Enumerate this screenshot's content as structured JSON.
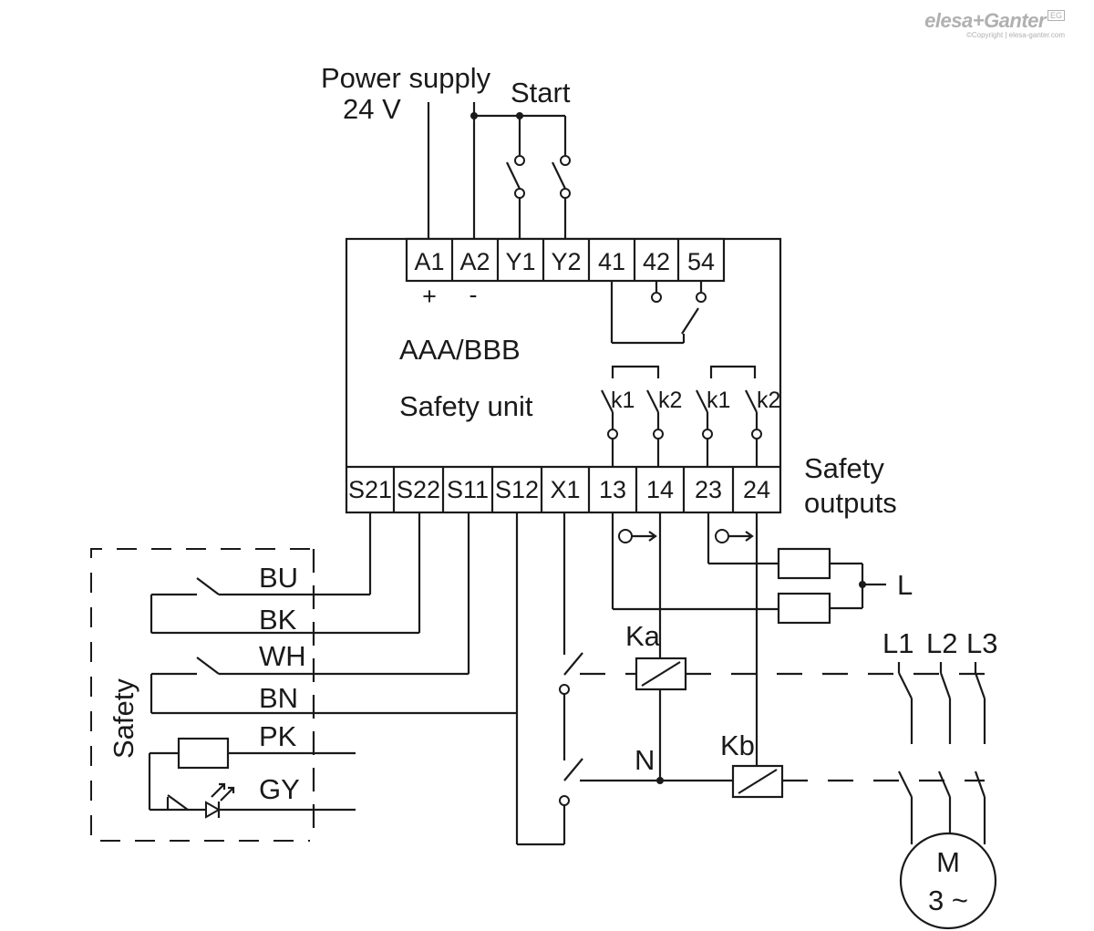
{
  "logo": {
    "brand": "elesa+Ganter",
    "badge": "EG",
    "copyright": "©Copyright | elesa-ganter.com"
  },
  "power_supply": {
    "line1": "Power supply",
    "line2": "24 V"
  },
  "start_label": "Start",
  "unit": {
    "model": "AAA/BBB",
    "name": "Safety unit"
  },
  "top_terminals": [
    "A1",
    "A2",
    "Y1",
    "Y2",
    "41",
    "42",
    "54"
  ],
  "polarity": {
    "plus": "+",
    "minus": "-"
  },
  "bottom_terminals": [
    "S21",
    "S22",
    "S11",
    "S12",
    "X1",
    "13",
    "14",
    "23",
    "24"
  ],
  "contacts": [
    "k1",
    "k2",
    "k1",
    "k2"
  ],
  "safety_outputs": {
    "line1": "Safety",
    "line2": "outputs"
  },
  "sensor_wires": [
    "BU",
    "BK",
    "WH",
    "BN",
    "PK",
    "GY"
  ],
  "sensor_label": "Safety",
  "supply": {
    "L": "L",
    "N": "N"
  },
  "relays": {
    "ka": "Ka",
    "kb": "Kb"
  },
  "phases": [
    "L1",
    "L2",
    "L3"
  ],
  "motor": {
    "line1": "M",
    "line2": "3 ~"
  }
}
